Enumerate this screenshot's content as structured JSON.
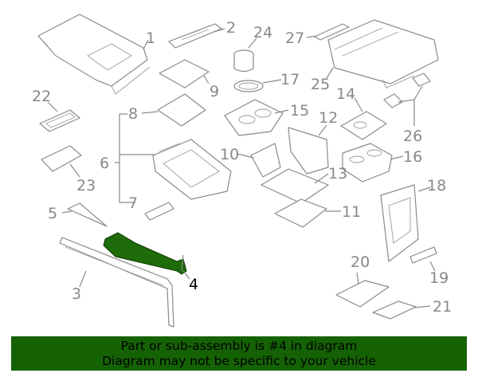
{
  "diagram": {
    "highlighted_part": "4",
    "highlight_color": "#1e6b0a",
    "callouts": [
      "1",
      "2",
      "24",
      "27",
      "9",
      "17",
      "25",
      "22",
      "8",
      "15",
      "14",
      "12",
      "26",
      "6",
      "10",
      "16",
      "13",
      "18",
      "7",
      "11",
      "5",
      "23",
      "4",
      "20",
      "19",
      "3",
      "21"
    ]
  },
  "banner": {
    "line1": "Part or sub-assembly is #4 in diagram",
    "line2": "Diagram may not be specific to your vehicle",
    "background": "#156205"
  }
}
